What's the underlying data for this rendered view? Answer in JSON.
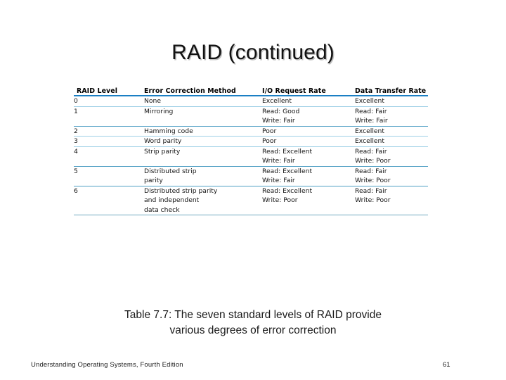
{
  "slide": {
    "title": "RAID (continued)",
    "caption_line1": "Table 7.7: The seven standard levels of RAID provide",
    "caption_line2": "various degrees of error correction",
    "footer_source": "Understanding Operating Systems, Fourth Edition",
    "page_number": "61",
    "accent_color": "#1b7fc4",
    "rule_color": "#9fd0e6",
    "background_color": "#ffffff"
  },
  "table": {
    "headers": {
      "level": "RAID Level",
      "method": "Error Correction Method",
      "io_rate": "I/O Request Rate",
      "transfer_rate": "Data Transfer Rate"
    },
    "rows": [
      {
        "level": "0",
        "method": [
          "None"
        ],
        "io_rate": [
          "Excellent"
        ],
        "transfer_rate": [
          "Excellent"
        ]
      },
      {
        "level": "1",
        "method": [
          "Mirroring"
        ],
        "io_rate": [
          "Read: Good",
          "Write: Fair"
        ],
        "transfer_rate": [
          "Read: Fair",
          "Write: Fair"
        ]
      },
      {
        "level": "2",
        "method": [
          "Hamming code"
        ],
        "io_rate": [
          "Poor"
        ],
        "transfer_rate": [
          "Excellent"
        ]
      },
      {
        "level": "3",
        "method": [
          "Word parity"
        ],
        "io_rate": [
          "Poor"
        ],
        "transfer_rate": [
          "Excellent"
        ]
      },
      {
        "level": "4",
        "method": [
          "Strip parity"
        ],
        "io_rate": [
          "Read: Excellent",
          "Write: Fair"
        ],
        "transfer_rate": [
          "Read: Fair",
          "Write: Poor"
        ]
      },
      {
        "level": "5",
        "method": [
          "Distributed strip",
          "parity"
        ],
        "io_rate": [
          "Read: Excellent",
          "Write: Fair"
        ],
        "transfer_rate": [
          "Read: Fair",
          "Write: Poor"
        ]
      },
      {
        "level": "6",
        "method": [
          "Distributed strip parity",
          "and independent",
          "data check"
        ],
        "io_rate": [
          "Read: Excellent",
          "Write: Poor"
        ],
        "transfer_rate": [
          "Read: Fair",
          "Write: Poor"
        ]
      }
    ]
  }
}
